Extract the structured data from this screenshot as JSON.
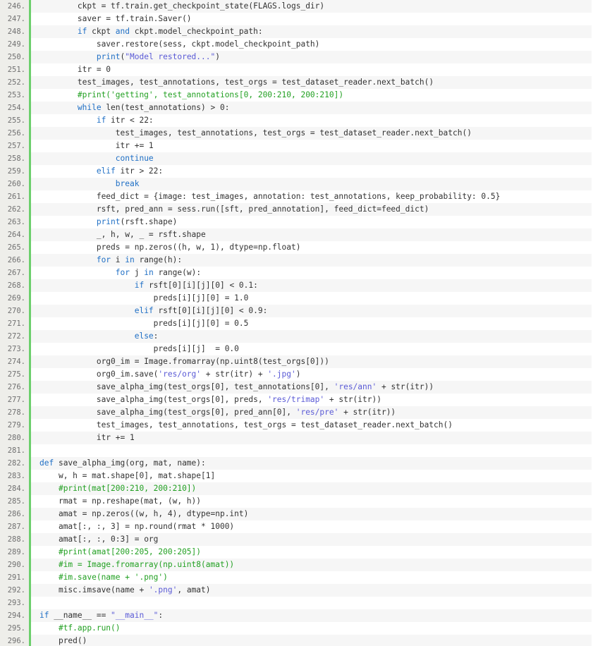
{
  "colors": {
    "keyword": "#1f6fc5",
    "string": "#5a5ad6",
    "comment": "#22a022",
    "default": "#333333",
    "gutter_bg": "#eeeeea",
    "gutter_border": "#6ccf6c"
  },
  "lines": [
    {
      "n": "246.",
      "i": 2,
      "t": [
        [
          "ckpt = tf.train.get_checkpoint_state(FLAGS.logs_dir)",
          ""
        ]
      ]
    },
    {
      "n": "247.",
      "i": 2,
      "t": [
        [
          "saver = tf.train.Saver()",
          ""
        ]
      ]
    },
    {
      "n": "248.",
      "i": 2,
      "t": [
        [
          "if",
          "kw"
        ],
        [
          " ckpt ",
          ""
        ],
        [
          "and",
          "kw"
        ],
        [
          " ckpt.model_checkpoint_path:",
          ""
        ]
      ]
    },
    {
      "n": "249.",
      "i": 3,
      "t": [
        [
          "saver.restore(sess, ckpt.model_checkpoint_path)",
          ""
        ]
      ]
    },
    {
      "n": "250.",
      "i": 3,
      "t": [
        [
          "print",
          "kw"
        ],
        [
          "(",
          ""
        ],
        [
          "\"Model restored...\"",
          "str"
        ],
        [
          ")",
          ""
        ]
      ]
    },
    {
      "n": "251.",
      "i": 2,
      "t": [
        [
          "itr = 0",
          ""
        ]
      ]
    },
    {
      "n": "252.",
      "i": 2,
      "t": [
        [
          "test_images, test_annotations, test_orgs = test_dataset_reader.next_batch()",
          ""
        ]
      ]
    },
    {
      "n": "253.",
      "i": 2,
      "t": [
        [
          "#print('getting', test_annotations[0, 200:210, 200:210])",
          "cmt"
        ]
      ]
    },
    {
      "n": "254.",
      "i": 2,
      "t": [
        [
          "while",
          "kw"
        ],
        [
          " len(test_annotations) > 0:",
          ""
        ]
      ]
    },
    {
      "n": "255.",
      "i": 3,
      "t": [
        [
          "if",
          "kw"
        ],
        [
          " itr < 22:",
          ""
        ]
      ]
    },
    {
      "n": "256.",
      "i": 4,
      "t": [
        [
          "test_images, test_annotations, test_orgs = test_dataset_reader.next_batch()",
          ""
        ]
      ]
    },
    {
      "n": "257.",
      "i": 4,
      "t": [
        [
          "itr += 1",
          ""
        ]
      ]
    },
    {
      "n": "258.",
      "i": 4,
      "t": [
        [
          "continue",
          "kw"
        ]
      ]
    },
    {
      "n": "259.",
      "i": 3,
      "t": [
        [
          "elif",
          "kw"
        ],
        [
          " itr > 22:",
          ""
        ]
      ]
    },
    {
      "n": "260.",
      "i": 4,
      "t": [
        [
          "break",
          "kw"
        ]
      ]
    },
    {
      "n": "261.",
      "i": 3,
      "t": [
        [
          "feed_dict = {image: test_images, annotation: test_annotations, keep_probability: 0.5}",
          ""
        ]
      ]
    },
    {
      "n": "262.",
      "i": 3,
      "t": [
        [
          "rsft, pred_ann = sess.run([sft, pred_annotation], feed_dict=feed_dict)",
          ""
        ]
      ]
    },
    {
      "n": "263.",
      "i": 3,
      "t": [
        [
          "print",
          "kw"
        ],
        [
          "(rsft.shape)",
          ""
        ]
      ]
    },
    {
      "n": "264.",
      "i": 3,
      "t": [
        [
          "_, h, w, _ = rsft.shape",
          ""
        ]
      ]
    },
    {
      "n": "265.",
      "i": 3,
      "t": [
        [
          "preds = np.zeros((h, w, 1), dtype=np.float)",
          ""
        ]
      ]
    },
    {
      "n": "266.",
      "i": 3,
      "t": [
        [
          "for",
          "kw"
        ],
        [
          " i ",
          ""
        ],
        [
          "in",
          "kw"
        ],
        [
          " range(h):",
          ""
        ]
      ]
    },
    {
      "n": "267.",
      "i": 4,
      "t": [
        [
          "for",
          "kw"
        ],
        [
          " j ",
          ""
        ],
        [
          "in",
          "kw"
        ],
        [
          " range(w):",
          ""
        ]
      ]
    },
    {
      "n": "268.",
      "i": 5,
      "t": [
        [
          "if",
          "kw"
        ],
        [
          " rsft[0][i][j][0] < 0.1:",
          ""
        ]
      ]
    },
    {
      "n": "269.",
      "i": 6,
      "t": [
        [
          "preds[i][j][0] = 1.0",
          ""
        ]
      ]
    },
    {
      "n": "270.",
      "i": 5,
      "t": [
        [
          "elif",
          "kw"
        ],
        [
          " rsft[0][i][j][0] < 0.9:",
          ""
        ]
      ]
    },
    {
      "n": "271.",
      "i": 6,
      "t": [
        [
          "preds[i][j][0] = 0.5",
          ""
        ]
      ]
    },
    {
      "n": "272.",
      "i": 5,
      "t": [
        [
          "else",
          "kw"
        ],
        [
          ":",
          ""
        ]
      ]
    },
    {
      "n": "273.",
      "i": 6,
      "t": [
        [
          "preds[i][j]  = 0.0",
          ""
        ]
      ]
    },
    {
      "n": "274.",
      "i": 3,
      "t": [
        [
          "org0_im = Image.fromarray(np.uint8(test_orgs[0]))",
          ""
        ]
      ]
    },
    {
      "n": "275.",
      "i": 3,
      "t": [
        [
          "org0_im.save(",
          ""
        ],
        [
          "'res/org'",
          "str"
        ],
        [
          " + str(itr) + ",
          ""
        ],
        [
          "'.jpg'",
          "str"
        ],
        [
          ")",
          ""
        ]
      ]
    },
    {
      "n": "276.",
      "i": 3,
      "t": [
        [
          "save_alpha_img(test_orgs[0], test_annotations[0], ",
          ""
        ],
        [
          "'res/ann'",
          "str"
        ],
        [
          " + str(itr))",
          ""
        ]
      ]
    },
    {
      "n": "277.",
      "i": 3,
      "t": [
        [
          "save_alpha_img(test_orgs[0], preds, ",
          ""
        ],
        [
          "'res/trimap'",
          "str"
        ],
        [
          " + str(itr))",
          ""
        ]
      ]
    },
    {
      "n": "278.",
      "i": 3,
      "t": [
        [
          "save_alpha_img(test_orgs[0], pred_ann[0], ",
          ""
        ],
        [
          "'res/pre'",
          "str"
        ],
        [
          " + str(itr))",
          ""
        ]
      ]
    },
    {
      "n": "279.",
      "i": 3,
      "t": [
        [
          "test_images, test_annotations, test_orgs = test_dataset_reader.next_batch()",
          ""
        ]
      ]
    },
    {
      "n": "280.",
      "i": 3,
      "t": [
        [
          "itr += 1",
          ""
        ]
      ]
    },
    {
      "n": "281.",
      "i": 0,
      "t": []
    },
    {
      "n": "282.",
      "i": 0,
      "t": [
        [
          "def",
          "kw"
        ],
        [
          " save_alpha_img(org, mat, name):",
          ""
        ]
      ]
    },
    {
      "n": "283.",
      "i": 1,
      "t": [
        [
          "w, h = mat.shape[0], mat.shape[1]",
          ""
        ]
      ]
    },
    {
      "n": "284.",
      "i": 1,
      "t": [
        [
          "#print(mat[200:210, 200:210])",
          "cmt"
        ]
      ]
    },
    {
      "n": "285.",
      "i": 1,
      "t": [
        [
          "rmat = np.reshape(mat, (w, h))",
          ""
        ]
      ]
    },
    {
      "n": "286.",
      "i": 1,
      "t": [
        [
          "amat = np.zeros((w, h, 4), dtype=np.int)",
          ""
        ]
      ]
    },
    {
      "n": "287.",
      "i": 1,
      "t": [
        [
          "amat[:, :, 3] = np.round(rmat * 1000)",
          ""
        ]
      ]
    },
    {
      "n": "288.",
      "i": 1,
      "t": [
        [
          "amat[:, :, 0:3] = org",
          ""
        ]
      ]
    },
    {
      "n": "289.",
      "i": 1,
      "t": [
        [
          "#print(amat[200:205, 200:205])",
          "cmt"
        ]
      ]
    },
    {
      "n": "290.",
      "i": 1,
      "t": [
        [
          "#im = Image.fromarray(np.uint8(amat))",
          "cmt"
        ]
      ]
    },
    {
      "n": "291.",
      "i": 1,
      "t": [
        [
          "#im.save(name + '.png')",
          "cmt"
        ]
      ]
    },
    {
      "n": "292.",
      "i": 1,
      "t": [
        [
          "misc.imsave(name + ",
          ""
        ],
        [
          "'.png'",
          "str"
        ],
        [
          ", amat)",
          ""
        ]
      ]
    },
    {
      "n": "293.",
      "i": 0,
      "t": []
    },
    {
      "n": "294.",
      "i": 0,
      "t": [
        [
          "if",
          "kw"
        ],
        [
          " __name__ == ",
          ""
        ],
        [
          "\"__main__\"",
          "str"
        ],
        [
          ":",
          ""
        ]
      ]
    },
    {
      "n": "295.",
      "i": 1,
      "t": [
        [
          "#tf.app.run()",
          "cmt"
        ]
      ]
    },
    {
      "n": "296.",
      "i": 1,
      "t": [
        [
          "pred()",
          ""
        ]
      ]
    }
  ]
}
